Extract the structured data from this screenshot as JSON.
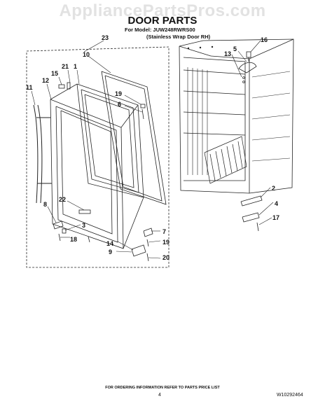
{
  "watermark": "AppliancePartsPros.com",
  "title": "DOOR PARTS",
  "model_line": "For Model: JUW248RWRS00",
  "variant_line": "(Stainless Wrap Door RH)",
  "footer": "FOR ORDERING INFORMATION REFER TO PARTS PRICE LIST",
  "page_number": "4",
  "document_number": "W10292464",
  "callouts": {
    "c23": "23",
    "c10": "10",
    "c21": "21",
    "c15": "15",
    "c1": "1",
    "c12": "12",
    "c11": "11",
    "c19a": "19",
    "c6": "6",
    "c22": "22",
    "c8": "8",
    "c3": "3",
    "c18": "18",
    "c7": "7",
    "c14": "14",
    "c19b": "19",
    "c9": "9",
    "c20": "20",
    "c16": "16",
    "c5": "5",
    "c13": "13",
    "c2": "2",
    "c4": "4",
    "c17": "17"
  }
}
